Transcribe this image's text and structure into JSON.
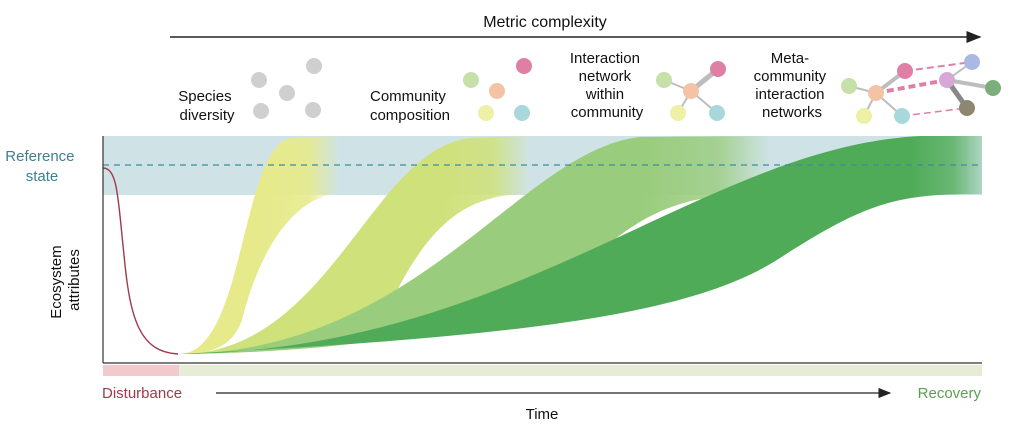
{
  "top_axis": {
    "label": "Metric complexity"
  },
  "y_axis": {
    "label_line1": "Ecosystem",
    "label_line2": "attributes"
  },
  "x_axis": {
    "label": "Time"
  },
  "reference": {
    "line1": "Reference",
    "line2": "state"
  },
  "phases": {
    "start": "Disturbance",
    "end": "Recovery"
  },
  "metrics": [
    {
      "lines": [
        "Species",
        "diversity"
      ]
    },
    {
      "lines": [
        "Community",
        "composition"
      ]
    },
    {
      "lines": [
        "Interaction",
        "network",
        "within",
        "community"
      ]
    },
    {
      "lines": [
        "Meta-",
        "community",
        "interaction",
        "networks"
      ]
    }
  ],
  "colors": {
    "reference_band": "#cfe3e6",
    "reference_line": "#3f8d9c",
    "reference_text": "#3f7f8e",
    "disturbance_curve": "#a13a4b",
    "disturbance_text": "#a13a4b",
    "disturbance_bar": "#f2c9cd",
    "recovery_bar": "#e6ecd6",
    "recovery_text": "#5aa050",
    "axis": "#333333",
    "bands": [
      "#e6ea8a",
      "#cfe17a",
      "#99cc7c",
      "#4fab57"
    ],
    "node_grey": "#cfcfcf",
    "node_green": "#c6e0a8",
    "node_pink": "#e07fa6",
    "node_peach": "#f4c3a6",
    "node_yellow": "#eef0a6",
    "node_teal": "#a8d8dc",
    "node_lilac": "#d7a7d5",
    "node_blue": "#a9b9e3",
    "node_darkgreen": "#7cae7c",
    "node_brown": "#8e8770"
  }
}
